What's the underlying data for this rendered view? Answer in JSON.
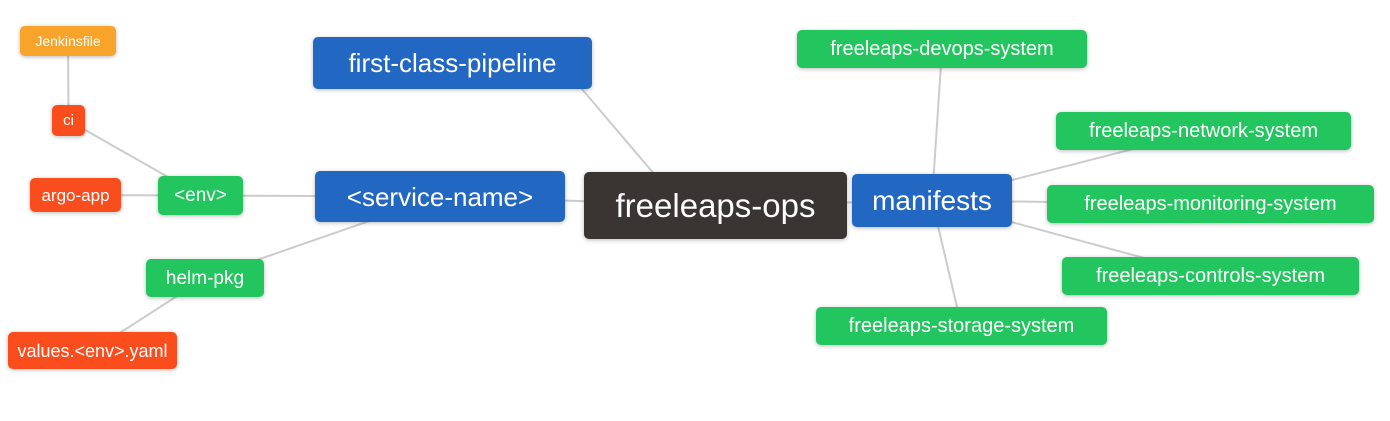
{
  "diagram": {
    "type": "mindmap",
    "root_label": "freeleaps-ops",
    "palette": {
      "orange": "#F8A32A",
      "red": "#F94D1D",
      "green": "#22C55E",
      "blue": "#2267C2",
      "dark": "#3A3432",
      "edge_gray": "#CCCCCC",
      "background": "#FFFFFF",
      "node_text": "#FFFFFF"
    },
    "nodes": [
      {
        "id": "jenkinsfile",
        "label": "Jenkinsfile",
        "color": "orange"
      },
      {
        "id": "ci",
        "label": "ci",
        "color": "red"
      },
      {
        "id": "argo-app",
        "label": "argo-app",
        "color": "red"
      },
      {
        "id": "env",
        "label": "<env>",
        "color": "green"
      },
      {
        "id": "service-name",
        "label": "<service-name>",
        "color": "blue"
      },
      {
        "id": "first-class-pipeline",
        "label": "first-class-pipeline",
        "color": "blue"
      },
      {
        "id": "freeleaps-ops",
        "label": "freeleaps-ops",
        "color": "dark"
      },
      {
        "id": "manifests",
        "label": "manifests",
        "color": "blue"
      },
      {
        "id": "freeleaps-devops-system",
        "label": "freeleaps-devops-system",
        "color": "green"
      },
      {
        "id": "freeleaps-network-system",
        "label": "freeleaps-network-system",
        "color": "green"
      },
      {
        "id": "freeleaps-monitoring-system",
        "label": "freeleaps-monitoring-system",
        "color": "green"
      },
      {
        "id": "freeleaps-controls-system",
        "label": "freeleaps-controls-system",
        "color": "green"
      },
      {
        "id": "freeleaps-storage-system",
        "label": "freeleaps-storage-system",
        "color": "green"
      },
      {
        "id": "helm-pkg",
        "label": "helm-pkg",
        "color": "green"
      },
      {
        "id": "values-env-yaml",
        "label": "values.<env>.yaml",
        "color": "red"
      }
    ],
    "edges": [
      [
        "Jenkinsfile",
        "ci"
      ],
      [
        "ci",
        "<env>"
      ],
      [
        "argo-app",
        "<env>"
      ],
      [
        "<env>",
        "<service-name>"
      ],
      [
        "<service-name>",
        "helm-pkg"
      ],
      [
        "helm-pkg",
        "values.<env>.yaml"
      ],
      [
        "first-class-pipeline",
        "freeleaps-ops"
      ],
      [
        "<service-name>",
        "freeleaps-ops"
      ],
      [
        "freeleaps-ops",
        "manifests"
      ],
      [
        "manifests",
        "freeleaps-devops-system"
      ],
      [
        "manifests",
        "freeleaps-network-system"
      ],
      [
        "manifests",
        "freeleaps-monitoring-system"
      ],
      [
        "manifests",
        "freeleaps-controls-system"
      ],
      [
        "manifests",
        "freeleaps-storage-system"
      ]
    ]
  }
}
